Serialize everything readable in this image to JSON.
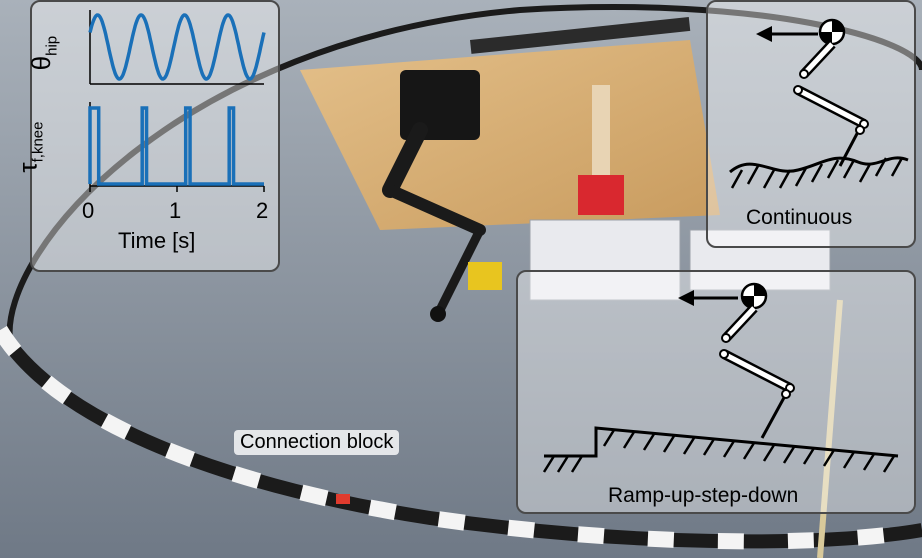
{
  "colors": {
    "signal": "#1a70b8",
    "connection_block": "#e03b2e",
    "floor": "#8d96a0"
  },
  "panels": {
    "signal_plot": {
      "y_label_top_main": "θ",
      "y_label_top_sub": "hip",
      "y_label_bottom_main": "τ",
      "y_label_bottom_sub": "f,knee",
      "x_ticks": [
        "0",
        "1",
        "2"
      ],
      "x_label": "Time [s]"
    },
    "continuous": {
      "label": "Continuous"
    },
    "ramp": {
      "label": "Ramp-up-step-down"
    }
  },
  "callout": {
    "label": "Connection block"
  },
  "chart_data": [
    {
      "type": "line",
      "series": [
        {
          "name": "θhip",
          "wave": "sinusoid",
          "cycles_in_range": 4
        }
      ],
      "xlabel": "Time [s]",
      "xlim": [
        0,
        2
      ]
    },
    {
      "type": "line",
      "series": [
        {
          "name": "τf,knee",
          "wave": "pulse-train",
          "pulse_starts": [
            0.0,
            0.6,
            1.1,
            1.6
          ],
          "pulse_ends": [
            0.1,
            0.65,
            1.15,
            1.65
          ]
        }
      ],
      "xlabel": "Time [s]",
      "xlim": [
        0,
        2
      ]
    }
  ]
}
